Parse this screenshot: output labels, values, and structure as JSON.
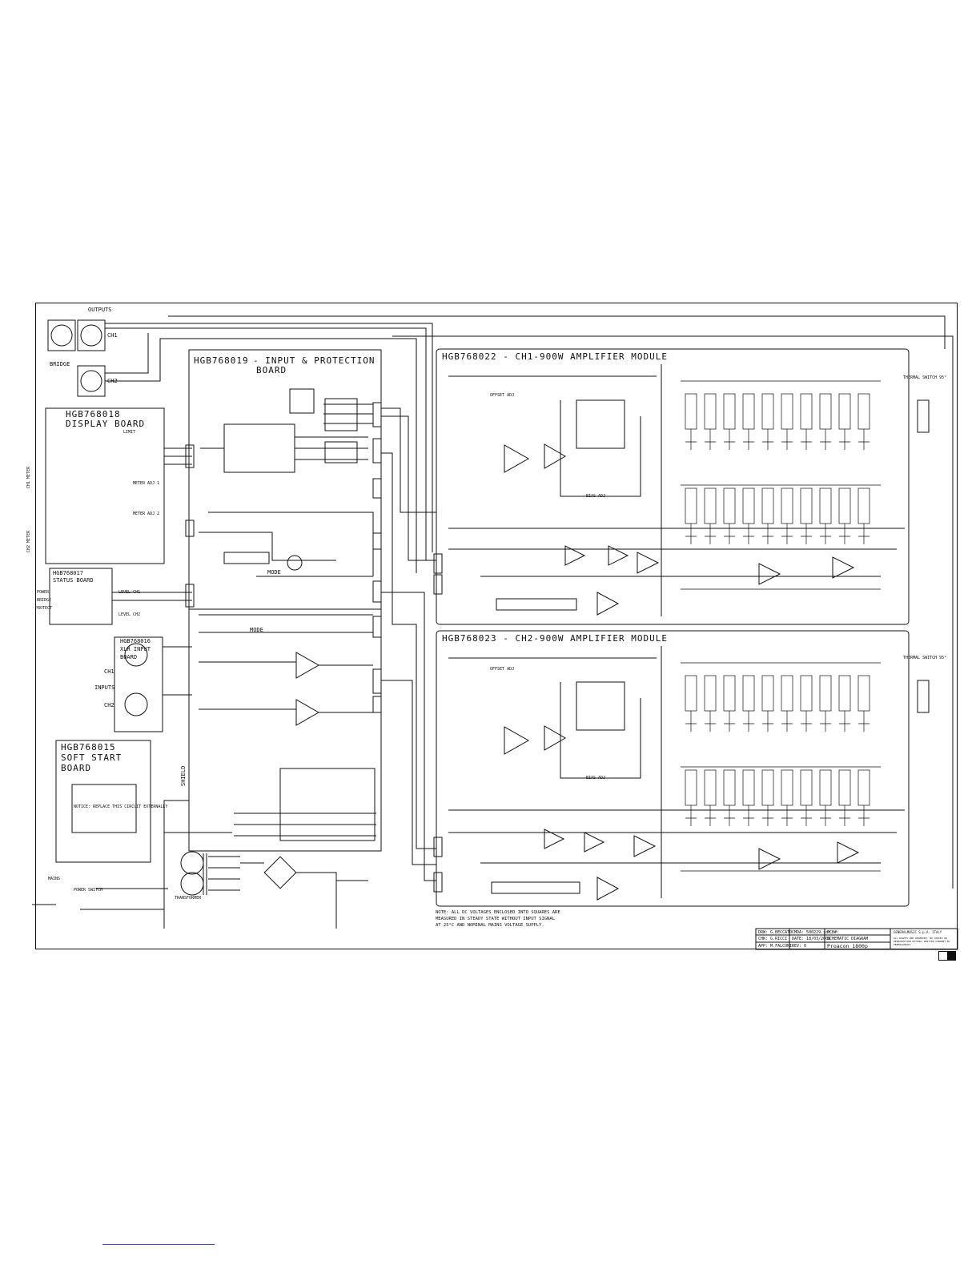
{
  "boards": {
    "display": {
      "code": "HGB768018",
      "name": "DISPLAY BOARD"
    },
    "status": {
      "code": "HGB768017",
      "name": "STATUS BOARD"
    },
    "xlr_input": {
      "code": "HGB768016",
      "name_line1": "XLR INPUT",
      "name_line2": "BOARD"
    },
    "soft_start": {
      "code": "HGB768015",
      "name_line1": "SOFT START",
      "name_line2": "BOARD"
    },
    "input_protection": {
      "code": "HGB768019",
      "name_line1": "- INPUT & PROTECTION",
      "name_line2": "BOARD"
    },
    "ch1_amp": {
      "title": "HGB768022 - CH1-900W AMPLIFIER MODULE"
    },
    "ch2_amp": {
      "title": "HGB768023 - CH2-900W AMPLIFIER MODULE"
    }
  },
  "labels": {
    "outputs": "OUTPUTS",
    "bridge": "BRIDGE",
    "ch1": "CH1",
    "ch2": "CH2",
    "inputs": "INPUTS",
    "shield": "SHIELD",
    "mode_1": "MODE",
    "mode_2": "MODE",
    "level_ch1": "LEVEL CH1",
    "level_ch2": "LEVEL CH2",
    "ch1_meter": "CH1 METER",
    "ch2_meter": "CH2 METER",
    "meter_adj_1": "METER ADJ 1",
    "meter_adj_2": "METER ADJ 2",
    "offset_adj_1": "OFFSET ADJ",
    "offset_adj_2": "OFFSET ADJ",
    "bias_adj_1": "BIAS ADJ",
    "bias_adj_2": "BIAS ADJ",
    "power": "POWER",
    "bridge_status": "BRIDGE",
    "protect": "PROTECT",
    "limit": "LIMIT",
    "transformer": "TRANSFORMER",
    "thermal_sw_1": "THERMAL SWITCH 95°",
    "thermal_sw_2": "THERMAL SWITCH 95°",
    "notice": "NOTICE: REPLACE THIS CIRCUIT EXTERNALLY",
    "mains": "MAINS",
    "power_switch": "POWER SWITCH"
  },
  "note": "NOTE: ALL DC VOLTAGES ENCLOSED INTO SQUARES ARE\nMEASURED IN STEADY STATE WITHOUT INPUT SIGNAL\nAT 25°C AND NOMINAL MAINS VOLTAGE SUPPLY.",
  "title_block": {
    "drw": "DRW: G.BECCATO",
    "chk": "CHK: G.RICCI",
    "app": "APP: M.FALCONI",
    "file": "CMDA: 500229.sch",
    "date": "DATE: 18/03/2008",
    "rev": "REV: 0",
    "pcb": "PCB#:",
    "doc": "SCHEMATIC DIAGRAM",
    "model": "Proacon 1800p",
    "company": "GENERALMUSIC S.p.A. ITALY",
    "rights": "ALL RIGHTS ARE RESERVED. NO COPIES OR REPRODUCTION WITHOUT WRITTEN CONSENT BY GENERALMUSIC"
  },
  "colors": {
    "ink": "#111111",
    "paper": "#ffffff",
    "link": "#3344cc"
  }
}
